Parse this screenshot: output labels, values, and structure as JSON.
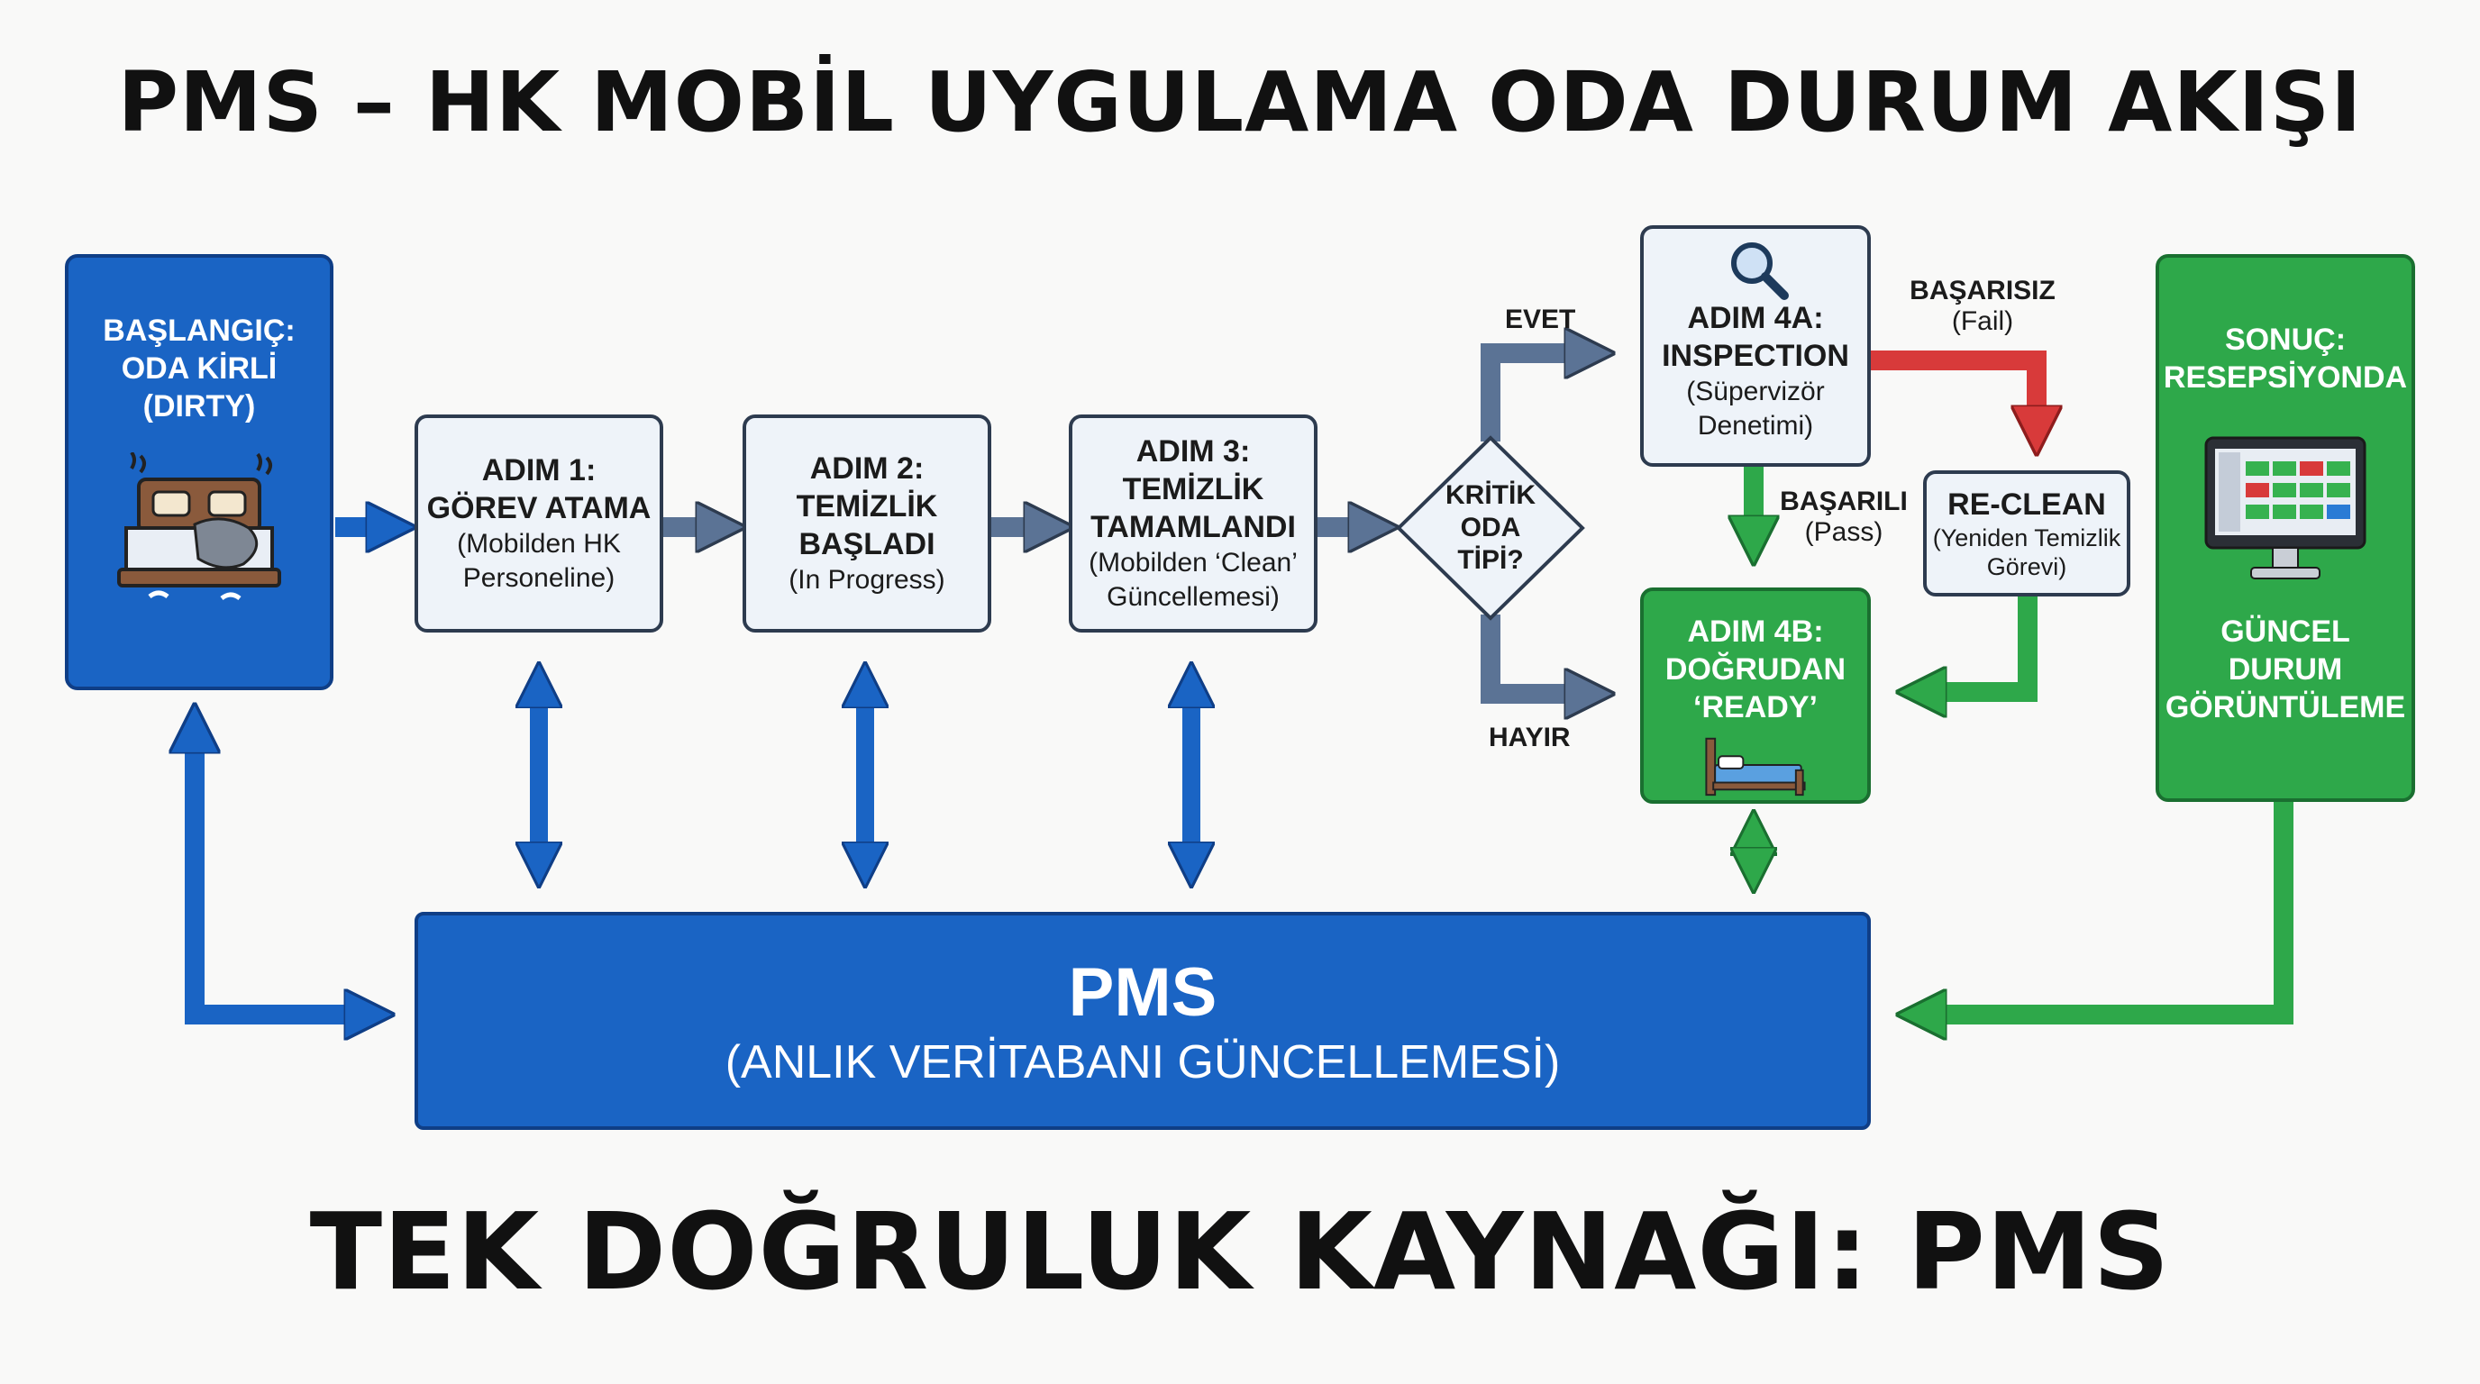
{
  "title": "PMS – HK MOBİL UYGULAMA ODA DURUM AKIŞI",
  "footer": "TEK DOĞRULUK KAYNAĞI: PMS",
  "start": {
    "line1": "BAŞLANGIÇ:",
    "line2": "ODA KİRLİ",
    "line3": "(DIRTY)",
    "icon": "dirty-bed-icon"
  },
  "step1": {
    "line1": "ADIM 1:",
    "line2": "GÖREV ATAMA",
    "line3": "(Mobilden HK",
    "line4": "Personeline)"
  },
  "step2": {
    "line1": "ADIM 2:",
    "line2": "TEMİZLİK",
    "line3": "BAŞLADI",
    "line4": "(In Progress)"
  },
  "step3": {
    "line1": "ADIM 3:",
    "line2": "TEMİZLİK",
    "line3": "TAMAMLANDI",
    "line4": "(Mobilden ‘Clean’",
    "line5": "Güncellemesi)"
  },
  "decision": {
    "line1": "KRİTİK",
    "line2": "ODA",
    "line3": "TİPİ?"
  },
  "yes_label": "EVET",
  "no_label": "HAYIR",
  "step4a": {
    "line1": "ADIM 4A:",
    "line2": "INSPECTION",
    "line3": "(Süpervizör",
    "line4": "Denetimi)",
    "icon": "magnifier-icon"
  },
  "fail_label": {
    "main": "BAŞARISIZ",
    "sub": "(Fail)"
  },
  "pass_label": {
    "main": "BAŞARILI",
    "sub": "(Pass)"
  },
  "reclean": {
    "line1": "RE-CLEAN",
    "line2": "(Yeniden Temizlik",
    "line3": "Görevi)"
  },
  "step4b": {
    "line1": "ADIM 4B:",
    "line2": "DOĞRUDAN",
    "line3": "‘READY’",
    "icon": "clean-bed-icon"
  },
  "result": {
    "line1": "SONUÇ:",
    "line2": "RESEPSİYONDA",
    "line3": "GÜNCEL",
    "line4": "DURUM",
    "line5": "GÖRÜNTÜLEME",
    "icon": "monitor-icon"
  },
  "pms": {
    "line1": "PMS",
    "line2": "(ANLIK VERİTABANI GÜNCELLEMESİ)"
  },
  "colors": {
    "blue": "#1a64c4",
    "green": "#2ea84a",
    "red": "#d83a3a",
    "slate": "#5b7395",
    "light": "#eef3f9"
  }
}
